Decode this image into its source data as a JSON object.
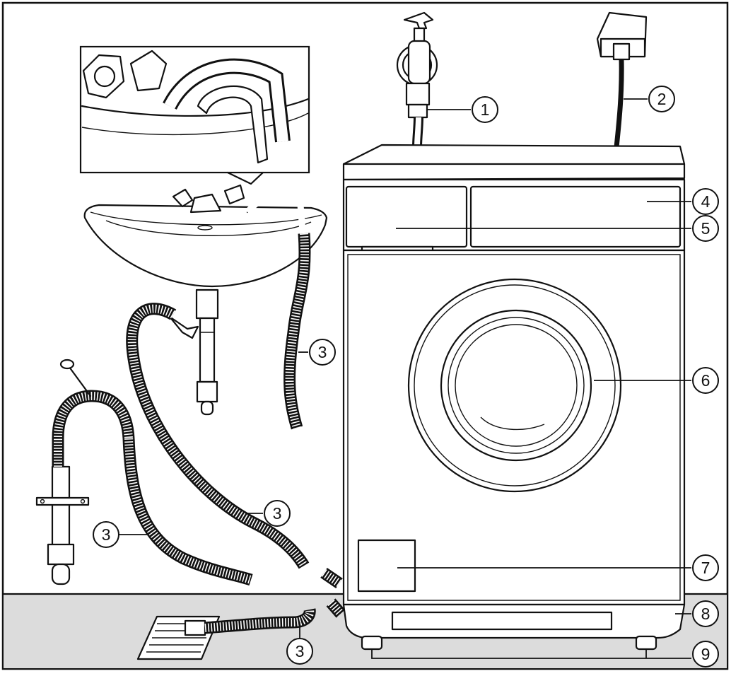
{
  "callouts": [
    {
      "id": "water-tap",
      "label": "1"
    },
    {
      "id": "power-socket",
      "label": "2"
    },
    {
      "id": "drain-hose-sink",
      "label": "3"
    },
    {
      "id": "drain-hose-middle",
      "label": "3"
    },
    {
      "id": "drain-hose-left",
      "label": "3"
    },
    {
      "id": "drain-hose-floor",
      "label": "3"
    },
    {
      "id": "control-panel",
      "label": "4"
    },
    {
      "id": "detergent-drawer",
      "label": "5"
    },
    {
      "id": "door",
      "label": "6"
    },
    {
      "id": "service-flap",
      "label": "7"
    },
    {
      "id": "plinth",
      "label": "8"
    },
    {
      "id": "adjustable-feet",
      "label": "9"
    }
  ],
  "colors": {
    "floor": "#dcdcdc",
    "line": "#111111",
    "background": "#ffffff"
  },
  "icons": [
    "tap-icon",
    "socket-icon",
    "sink-icon",
    "washing-machine-icon",
    "drain-grate-icon",
    "hose-hook-icon"
  ]
}
